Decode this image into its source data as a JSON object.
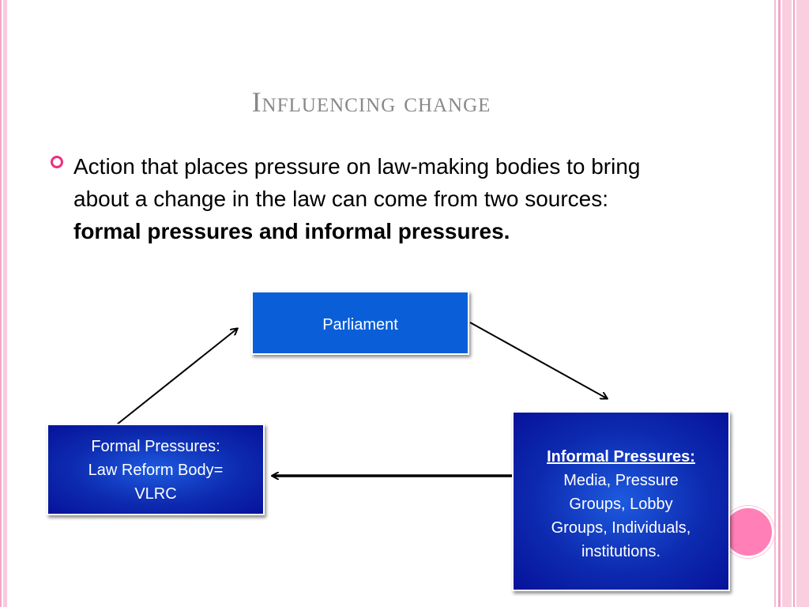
{
  "slide": {
    "title": "Influencing change",
    "bullet": {
      "text_plain": "Action that places pressure on law-making bodies to bring about a change in the law can come from two sources: ",
      "text_bold": "formal pressures and informal pressures."
    }
  },
  "diagram": {
    "parliament": {
      "label": "Parliament"
    },
    "formal": {
      "lines": [
        "Formal Pressures:",
        "Law Reform Body=",
        "VLRC"
      ]
    },
    "informal": {
      "heading": "Informal Pressures:",
      "lines": [
        "Media, Pressure",
        "Groups, Lobby",
        "Groups, Individuals,",
        "institutions."
      ]
    }
  },
  "colors": {
    "accent_pink": "#ee2f7f",
    "title_gray": "#888888",
    "box_blue": "#0a5fd8",
    "box_dark_blue": "#06129a"
  }
}
